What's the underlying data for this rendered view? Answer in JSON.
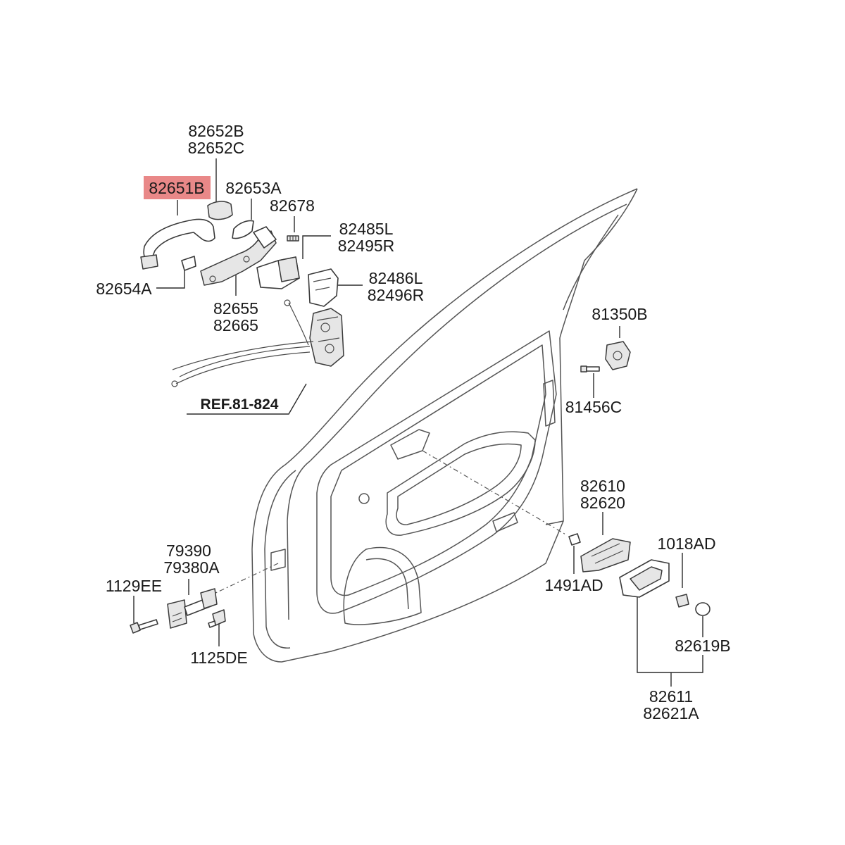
{
  "parts": {
    "p82652": [
      "82652B",
      "82652C"
    ],
    "p82651b": "82651B",
    "p82653a": "82653A",
    "p82678": "82678",
    "p82485": [
      "82485L",
      "82495R"
    ],
    "p82654a": "82654A",
    "p82486": [
      "82486L",
      "82496R"
    ],
    "p82655": [
      "82655",
      "82665"
    ],
    "p81350b": "81350B",
    "ref": "REF.81-824",
    "p81456c": "81456C",
    "p82610": [
      "82610",
      "82620"
    ],
    "p1018ad": "1018AD",
    "p79390": [
      "79390",
      "79380A"
    ],
    "p1129ee": "1129EE",
    "p1491ad": "1491AD",
    "p82619b": "82619B",
    "p1125de": "1125DE",
    "p82611": [
      "82611",
      "82621A"
    ]
  },
  "colors": {
    "highlight": "#e57373",
    "line": "#2b2b2b"
  }
}
